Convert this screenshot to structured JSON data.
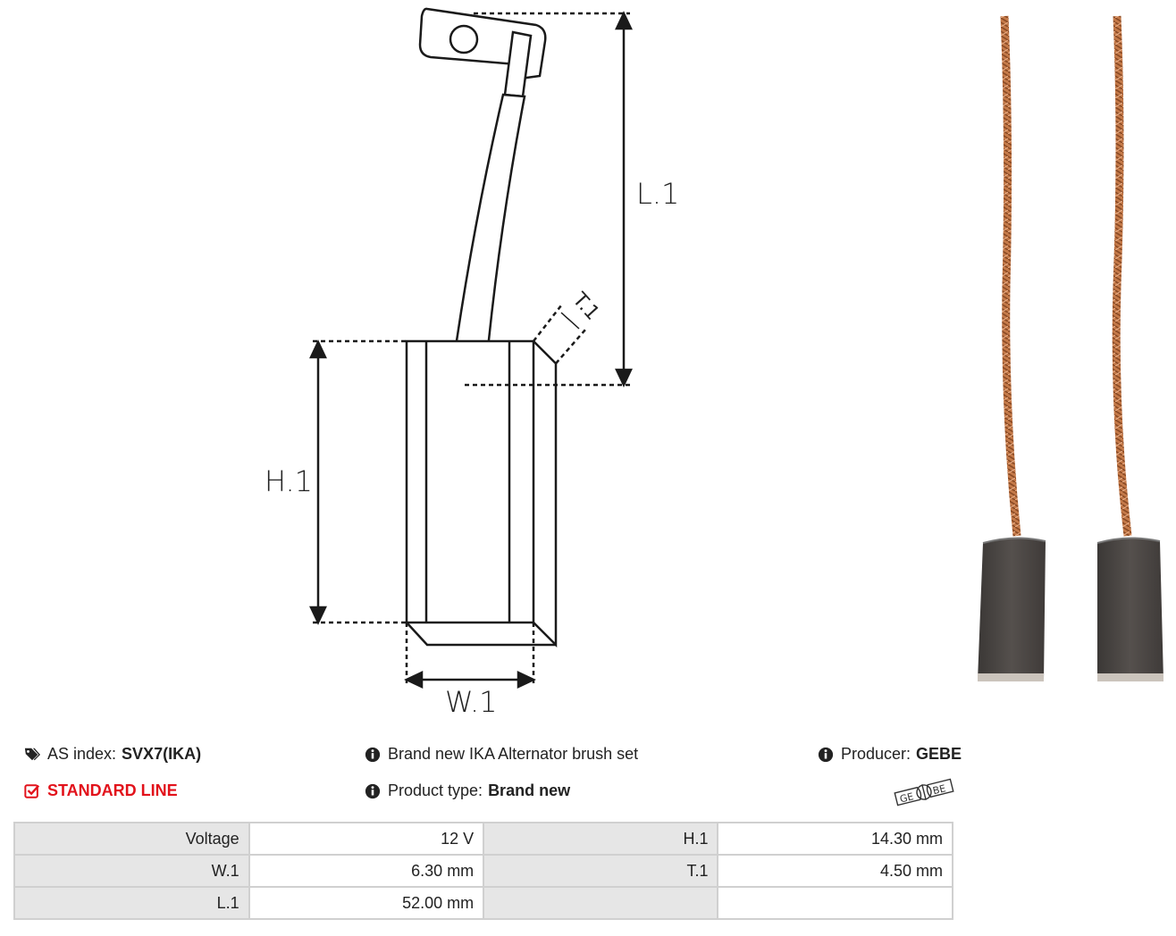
{
  "diagram": {
    "labels": {
      "length": "L.1",
      "height": "H.1",
      "width": "W.1",
      "thickness": "T.1"
    },
    "colors": {
      "line": "#1a1a1a",
      "copper": "#c57a49",
      "carbon": "#4a4644"
    }
  },
  "info": {
    "as_index_label": "AS index:",
    "as_index_value": "SVX7(IKA)",
    "standard_line": "STANDARD LINE",
    "description": "Brand new IKA Alternator brush set",
    "product_type_label": "Product type:",
    "product_type_value": "Brand new",
    "producer_label": "Producer:",
    "producer_value": "GEBE",
    "logo_text_left": "GE",
    "logo_text_right": "BE",
    "icons": {
      "tag": "tags-icon",
      "check": "check-square-icon",
      "info": "info-circle-icon"
    },
    "accent_color": "#e2121b"
  },
  "specs": [
    {
      "label": "Voltage",
      "value": "12 V",
      "label2": "H.1",
      "value2": "14.30 mm"
    },
    {
      "label": "W.1",
      "value": "6.30 mm",
      "label2": "T.1",
      "value2": "4.50 mm"
    },
    {
      "label": "L.1",
      "value": "52.00 mm",
      "label2": "",
      "value2": ""
    }
  ]
}
